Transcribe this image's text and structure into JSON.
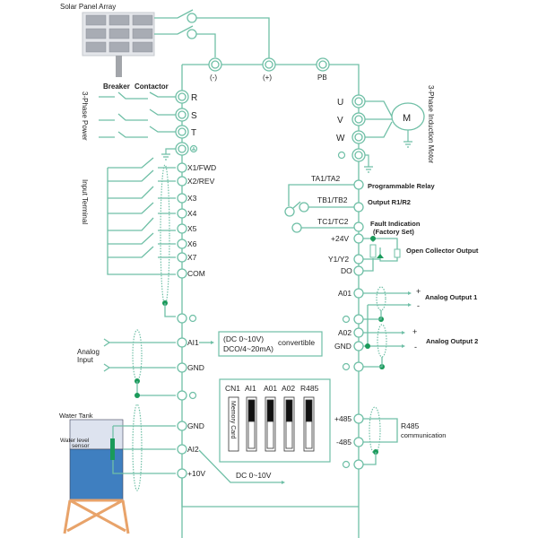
{
  "labels": {
    "solar_panel": "Solar Panel Array",
    "breaker": "Breaker",
    "contactor": "Contactor",
    "three_phase_power": "3-Phase Power",
    "input_terminal": "Input Terminal",
    "analog_input": [
      "Analog",
      "Input"
    ],
    "water_tank": "Water Tank",
    "water_level_sensor": [
      "Water level",
      "sensor"
    ],
    "motor_symbol": "M",
    "motor": "3-Phase Induction Motor",
    "programmable_relay": "Programmable Relay",
    "output_r1r2": "Output R1/R2",
    "fault_indication": "Fault Indication",
    "factory_set": "(Factory Set)",
    "open_collector": "Open Collector Output",
    "analog_output_1": "Analog Output 1",
    "analog_output_2": "Analog Output 2",
    "r485": "R485",
    "communication": "communication",
    "ai1_box_line1": "(DC 0~10V)",
    "ai1_box_line2": "DCO/4~20mA)",
    "convertible": "convertible",
    "dc_0_10v": "DC 0~10V",
    "plus": "+",
    "minus": "-"
  },
  "dc_terminals": [
    "(-)",
    "(+)",
    "PB"
  ],
  "power_terminals": [
    "R",
    "S",
    "T"
  ],
  "motor_terminals": [
    "U",
    "V",
    "W"
  ],
  "input_terminals": [
    "X1/FWD",
    "X2/REV",
    "X3",
    "X4",
    "X5",
    "X6",
    "X7",
    "COM"
  ],
  "analog_in_terminals": [
    "AI1",
    "GND"
  ],
  "sensor_terminals": [
    "GND",
    "AI2",
    "+10V"
  ],
  "relay_terminals": [
    "TA1/TA2",
    "TB1/TB2",
    "TC1/TC2"
  ],
  "output_terminals": [
    "+24V",
    "Y1/Y2",
    "DO"
  ],
  "analog_out_terminals": [
    "A01",
    "A02",
    "GND"
  ],
  "comm_terminals": [
    "+485",
    "-485"
  ],
  "dip_switch": {
    "headers": [
      "CN1",
      "AI1",
      "A01",
      "A02",
      "R485"
    ],
    "memory_card": "Memory Card"
  },
  "colors": {
    "wire": "#6fbfa6",
    "node": "#1a9a5a",
    "water": "#3f7fc0",
    "tank_top": "#dde3ef",
    "stand": "#e8a36a"
  }
}
